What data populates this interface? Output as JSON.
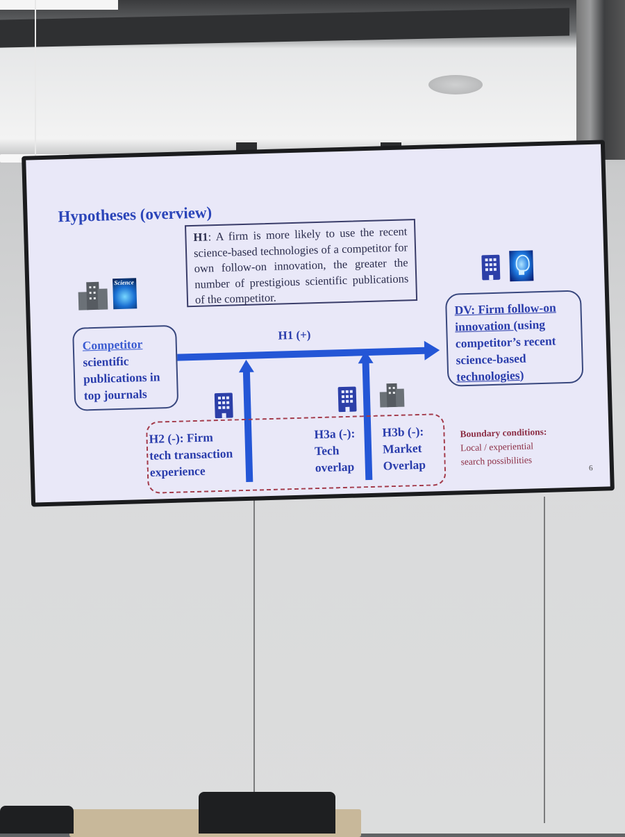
{
  "slide": {
    "title": "Hypotheses (overview)",
    "h1_box": {
      "label": "H1",
      "text": ": A firm is more likely to use the recent science-based technologies of a competitor for own follow-on innovation, the greater the number of prestigious scientific publications of the competitor."
    },
    "competitor_box": {
      "line1": "Competitor",
      "line2": "scientific",
      "line3": "publications in",
      "line4": "top journals"
    },
    "h1_arrow_label": "H1 (+)",
    "dv_box": {
      "line1": "DV: Firm follow-on",
      "line2a": "innovation ",
      "line2b": "(using",
      "line3": "competitor’s recent",
      "line4": "science-based",
      "line5a": "technologies",
      "line5b": ")"
    },
    "h2": {
      "line1": "H2 (-): Firm",
      "line2": "tech transaction",
      "line3": "experience"
    },
    "h3a": {
      "line1": "H3a (-):",
      "line2": "Tech",
      "line3": "overlap"
    },
    "h3b": {
      "line1": "H3b (-):",
      "line2": "Market",
      "line3": "Overlap"
    },
    "boundary": {
      "title": "Boundary conditions:",
      "line1": "Local / experiential",
      "line2": "search possibilities"
    },
    "page_number": "6",
    "science_cover_label": "Science",
    "colors": {
      "title": "#2b45b9",
      "arrow": "#2456d6",
      "boundary": "#8c2e45",
      "slide_bg": "#e9e8f8"
    }
  }
}
